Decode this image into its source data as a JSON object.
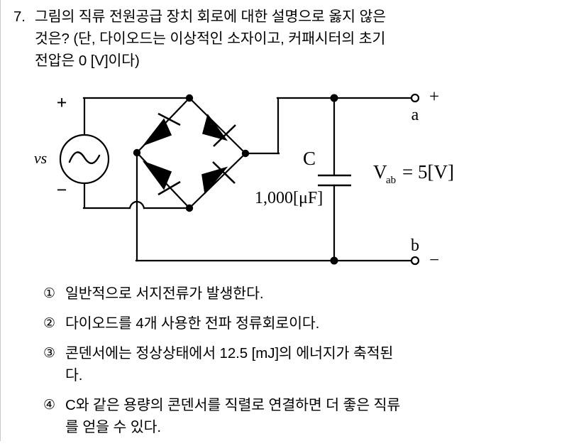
{
  "question": {
    "number": "7.",
    "text": "그림의 직류 전원공급 장치 회로에 대한 설명으로 옳지 않은\n것은? (단, 다이오드는 이상적인 소자이고, 커패시터의 초기\n전압은 0 [V]이다)"
  },
  "figure": {
    "title": "bridge-rectifier-circuit",
    "source_label": "vs",
    "source_plus": "+",
    "source_minus": "−",
    "capacitor_label": "C",
    "capacitor_value": "1,000[μF]",
    "output_voltage_label": "V",
    "output_voltage_sub": "ab",
    "output_voltage_value": "= 5[V]",
    "terminal_a_label": "a",
    "terminal_a_sign": "+",
    "terminal_b_label": "b",
    "terminal_b_sign": "−",
    "diode_count": 4,
    "stroke_color": "#000000",
    "wire_width": 2
  },
  "choices": [
    {
      "marker": "①",
      "text": "일반적으로 서지전류가 발생한다."
    },
    {
      "marker": "②",
      "text": "다이오드를 4개 사용한 전파 정류회로이다."
    },
    {
      "marker": "③",
      "text": "콘덴서에는 정상상태에서 12.5 [mJ]의 에너지가 축적된\n다."
    },
    {
      "marker": "④",
      "text": "C와 같은 용량의 콘덴서를 직렬로 연결하면 더 좋은 직류\n를 얻을 수 있다."
    }
  ]
}
